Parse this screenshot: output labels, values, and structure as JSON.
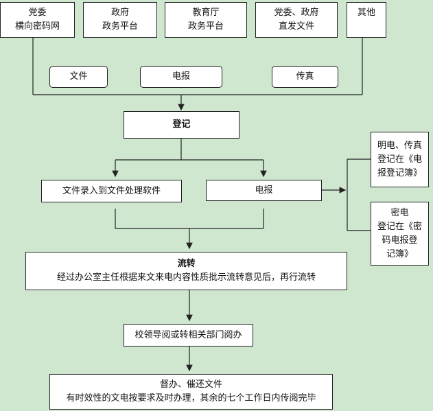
{
  "sources": {
    "party_secure_net": {
      "line1": "党委",
      "line2": "横向密码网"
    },
    "gov_platform": {
      "line1": "政府",
      "line2": "政务平台"
    },
    "edu_platform": {
      "line1": "教育厅",
      "line2": "政务平台"
    },
    "party_gov_direct": {
      "line1": "党委、政府",
      "line2": "直发文件"
    },
    "others": {
      "line1": "其他"
    }
  },
  "types": {
    "file": "文件",
    "telegram": "电报",
    "fax": "传真"
  },
  "register": "登记",
  "entry_software": "文件录入到文件处理软件",
  "telegram_step": "电报",
  "plain_telegram": {
    "line1": "明电、传真",
    "line2": "登记在《电",
    "line3": "报登记簿》"
  },
  "secret_telegram": {
    "line1": "密电",
    "line2": "登记在《密",
    "line3": "码电报登",
    "line4": "记簿》"
  },
  "circulate": {
    "title": "流转",
    "desc": "经过办公室主任根据来文来电内容性质批示流转意见后，再行流转"
  },
  "review": "校领导阅或转相关部门阅办",
  "supervise": {
    "title": "督办、催还文件",
    "desc": "有时效性的文电按要求及时办理，其余的七个工作日内传阅完毕"
  }
}
